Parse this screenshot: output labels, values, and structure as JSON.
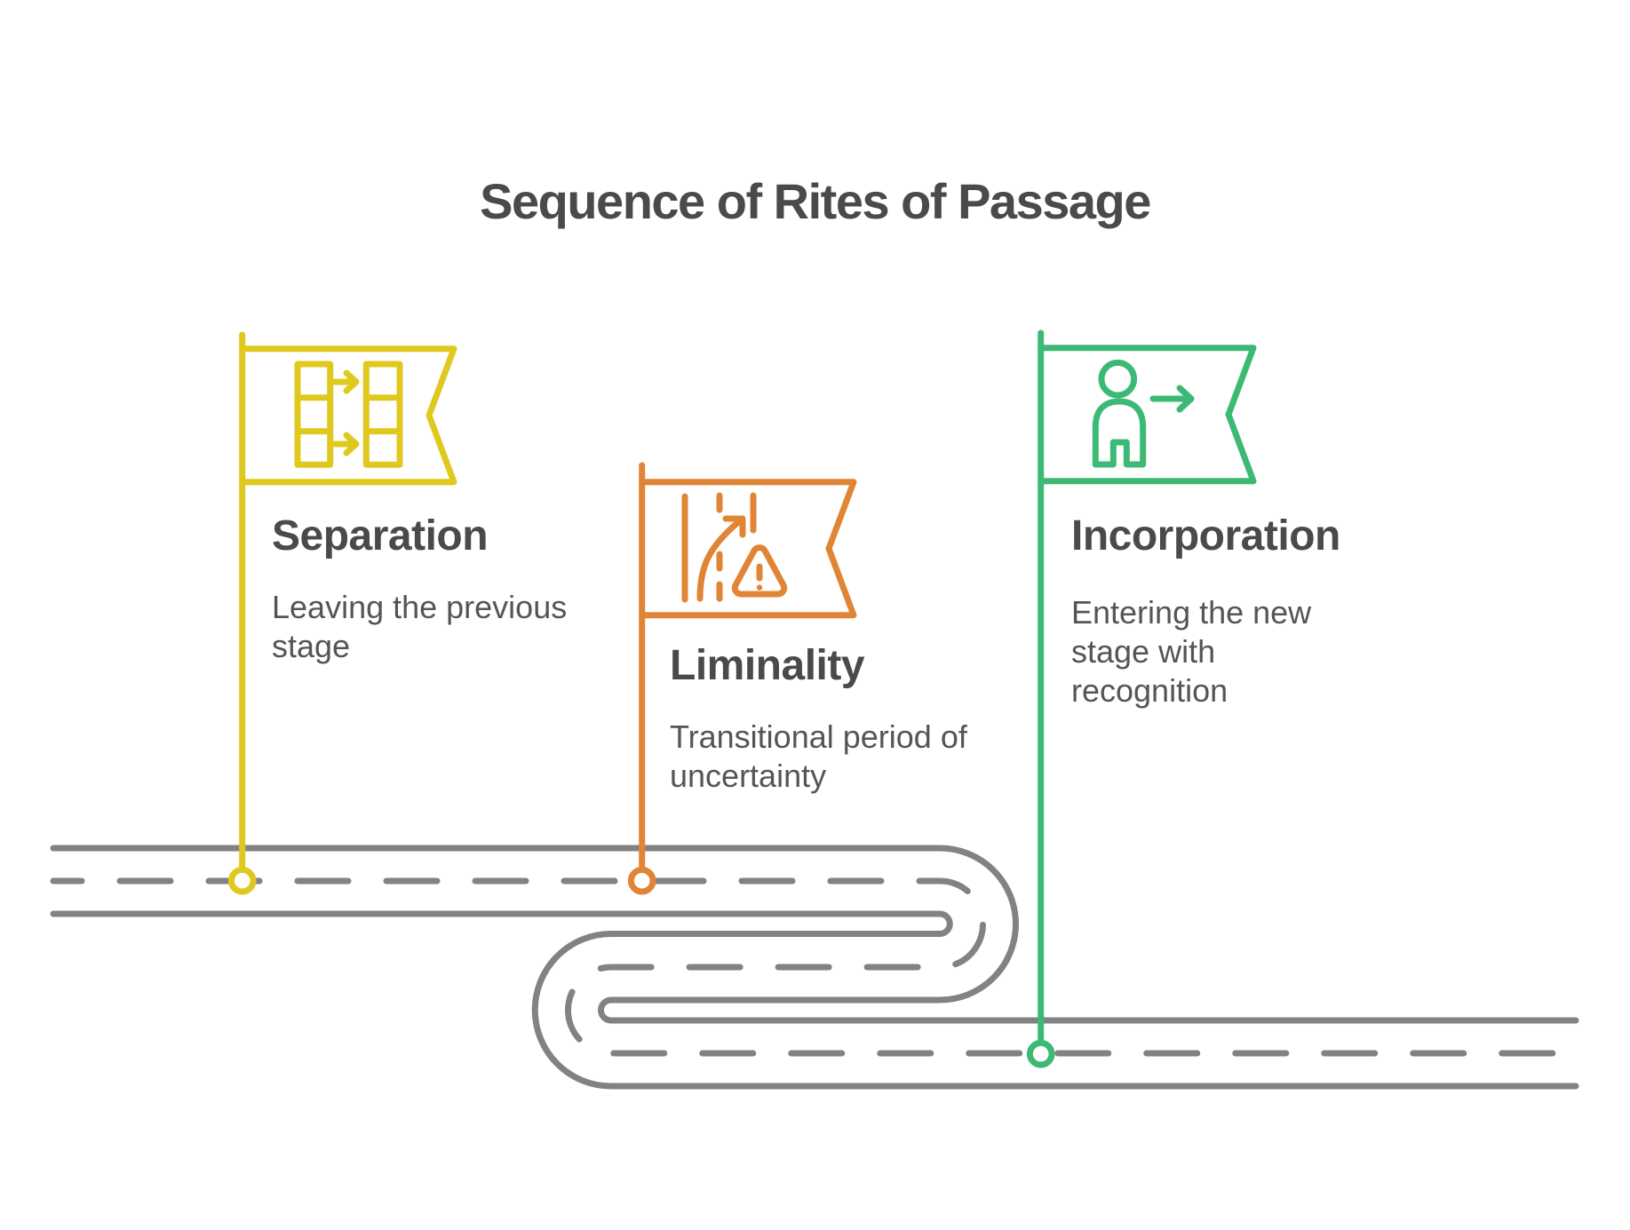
{
  "title": "Sequence of Rites of Passage",
  "colors": {
    "heading": "#4A4A4A",
    "body": "#555555",
    "road": "#828282",
    "background": "#FFFFFF"
  },
  "stages": [
    {
      "label": "Separation",
      "description": "Leaving the previous stage",
      "color": "#E0C91E",
      "icon": "stacked-boxes-transfer-icon"
    },
    {
      "label": "Liminality",
      "description": "Transitional period of uncertainty",
      "color": "#E08535",
      "icon": "road-detour-warning-icon"
    },
    {
      "label": "Incorporation",
      "description": "Entering the new stage with recognition",
      "color": "#3CBA75",
      "icon": "person-arrow-right-icon"
    }
  ]
}
